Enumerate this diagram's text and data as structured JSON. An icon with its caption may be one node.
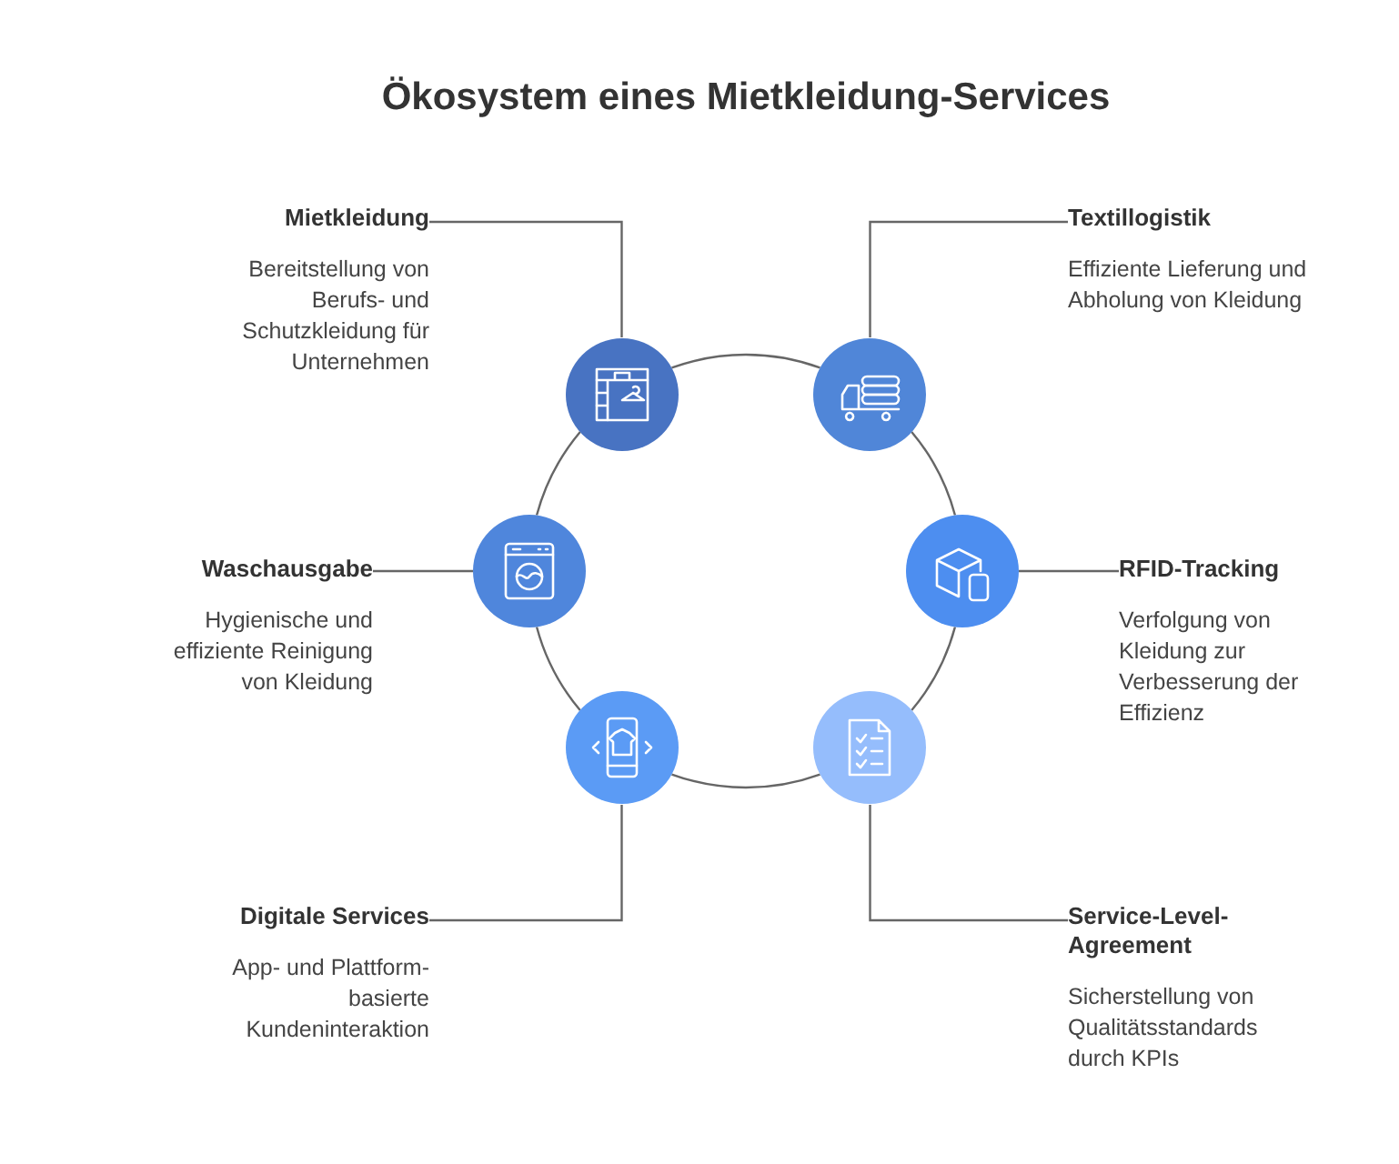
{
  "diagram": {
    "title": "Ökosystem eines Mietkleidung-Services",
    "nodes": [
      {
        "text": [
          "Mietkleidung",
          "Bereitstellung von Berufs- und Schutzkleidung für Unternehmen"
        ]
      },
      {
        "text": [
          "Textillogistik",
          "Effiziente Lieferung und Abholung von Kleidung"
        ]
      },
      {
        "text": [],
        "shape": "circle"
      },
      {
        "text": [],
        "shape": "circle"
      },
      {
        "text": [
          "Waschausgabe",
          "Hygienische und effiziente Reinigung von Kleidung"
        ]
      },
      {
        "text": [],
        "shape": "circle"
      },
      {
        "text": [],
        "shape": "circle"
      },
      {
        "text": [
          "RFID-Tracking",
          "Verfolgung von Kleidung zur Verbesserung der Effizienz"
        ]
      },
      {
        "text": [],
        "shape": "circle"
      },
      {
        "text": [],
        "shape": "circle"
      },
      {
        "text": [
          "Digitale Services",
          "App- und Plattform-basierte Kundeninteraktion"
        ]
      },
      {
        "text": [
          "Service-Level-Agreement",
          "Sicherstellung von Qualitätsstandards durch KPIs"
        ]
      }
    ],
    "edges": [
      {
        "from": 0,
        "to": 2,
        "arrow": "none"
      },
      {
        "from": 1,
        "to": 3,
        "arrow": "none"
      },
      {
        "from": 4,
        "to": 5,
        "arrow": "none"
      },
      {
        "from": 7,
        "to": 6,
        "arrow": "none"
      },
      {
        "from": 10,
        "to": 8,
        "arrow": "none"
      },
      {
        "from": 11,
        "to": 9,
        "arrow": "none"
      },
      {
        "from": 2,
        "to": 3,
        "arrow": "none"
      },
      {
        "from": 3,
        "to": 6,
        "arrow": "none"
      },
      {
        "from": 6,
        "to": 9,
        "arrow": "none"
      },
      {
        "from": 9,
        "to": 8,
        "arrow": "none"
      },
      {
        "from": 8,
        "to": 5,
        "arrow": "none"
      },
      {
        "from": 5,
        "to": 2,
        "arrow": "none"
      }
    ]
  }
}
